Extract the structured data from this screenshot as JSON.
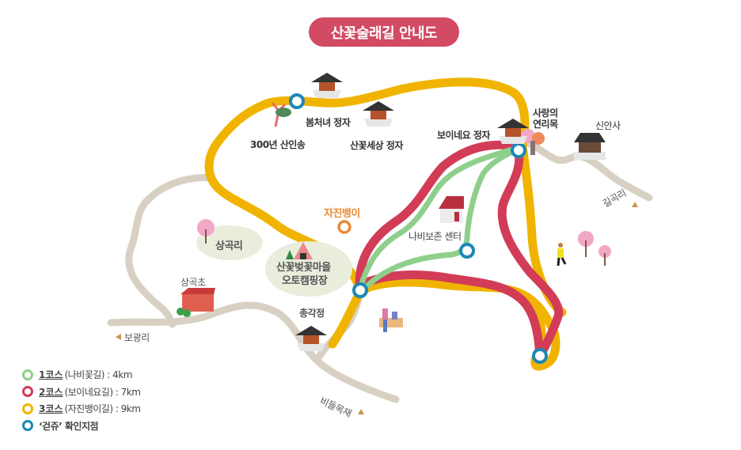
{
  "title": "산꽃술래길 안내도",
  "colors": {
    "course1": "#8fcf8c",
    "course2": "#d23c57",
    "course3": "#f0b400",
    "checkpoint": "#1a87b7",
    "road": "#d8d1c3",
    "title_bg": "#d24a63",
    "orange_marker": "#ea8a36"
  },
  "places": {
    "pine": "300년 산인송",
    "bomcheonyeo": "봄처녀 정자",
    "sanggot": "산꽃세상 정자",
    "boine": "보이네요 정자",
    "yeonri_line1": "사랑의",
    "yeonri_line2": "연리목",
    "sinansa": "신안사",
    "jajinbaengi": "자진뱅이",
    "sanggokri": "상곡리",
    "camping_line1": "산꽃벚꽃마을",
    "camping_line2": "오토캠핑장",
    "nabi": "나비보존 센터",
    "sanggokcho": "상곡초",
    "chonggakjeong": "총각정"
  },
  "destinations": {
    "gilgokri": "길곡리",
    "bogwangri": "보광리",
    "bideulmokjae": "비들목재"
  },
  "legend": [
    {
      "course": "1코스",
      "desc": "(나비꽃길) : 4km",
      "color": "#8fcf8c"
    },
    {
      "course": "2코스",
      "desc": "(보이네요길) : 7km",
      "color": "#d23c57"
    },
    {
      "course": "3코스",
      "desc": "(자진뱅이길) : 9km",
      "color": "#f0b400"
    },
    {
      "course": "",
      "desc": "‘걷쥬’ 확인지점",
      "color": "#1a87b7",
      "bold": true
    }
  ]
}
